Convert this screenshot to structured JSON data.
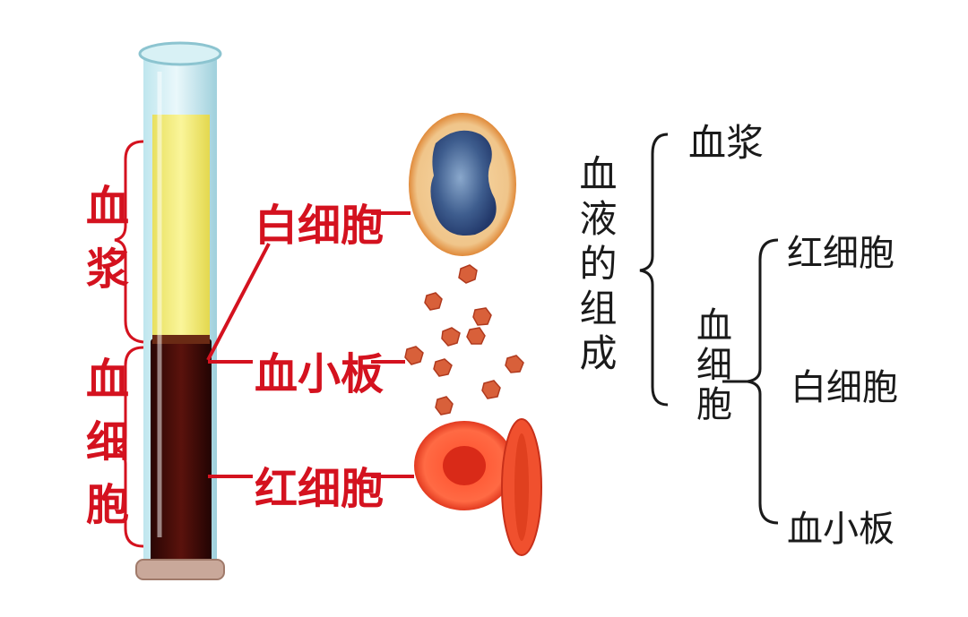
{
  "left_labels": {
    "plasma": "血浆",
    "blood_cells": "血细胞",
    "white_cell": "白细胞",
    "platelet": "血小板",
    "red_cell": "红细胞"
  },
  "tree": {
    "root": "血液的组成",
    "plasma": "血浆",
    "cells_group": "血细胞",
    "red_cell": "红细胞",
    "white_cell": "白细胞",
    "platelet": "血小板"
  },
  "colors": {
    "label_red": "#d4121f",
    "plasma_yellow": "#f0ea6a",
    "cells_dark": "#3a0a08",
    "tube_glass": "#a8d8e0"
  }
}
